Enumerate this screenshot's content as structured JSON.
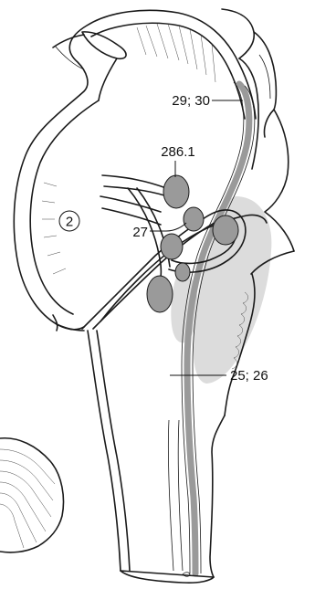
{
  "figure": {
    "labels": {
      "circle_number": "2",
      "label_29_30": "29; 30",
      "label_286_1": "286.1",
      "label_27": "27",
      "label_25_26": "25; 26"
    },
    "colors": {
      "line": "#1a1a1a",
      "highlight_fill": "#c9c9c9",
      "highlight_light": "#dcdcdc",
      "background": "#ffffff"
    }
  }
}
